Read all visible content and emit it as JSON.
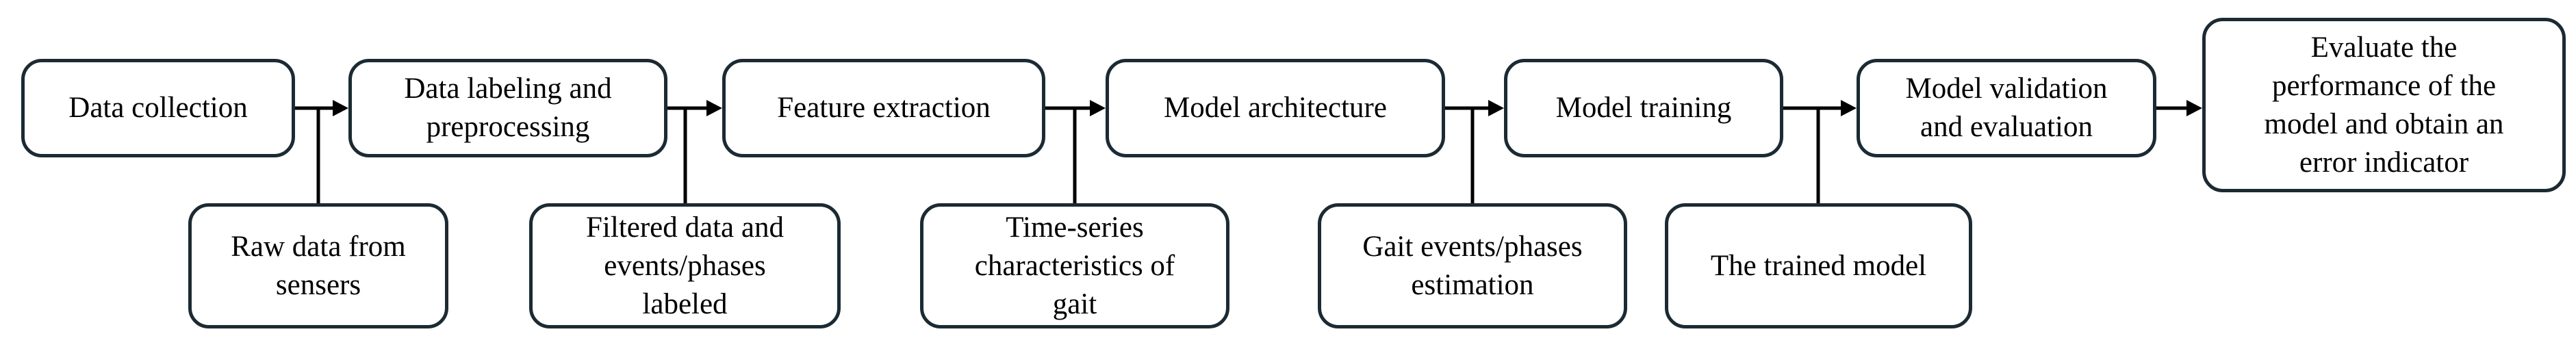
{
  "diagram": {
    "process_steps": [
      {
        "label": "Data collection"
      },
      {
        "label": "Data labeling and\npreprocessing"
      },
      {
        "label": "Feature extraction"
      },
      {
        "label": "Model architecture"
      },
      {
        "label": "Model training"
      },
      {
        "label": "Model validation\nand evaluation"
      },
      {
        "label": "Evaluate the\nperformance of the\nmodel and obtain an\nerror indicator"
      }
    ],
    "outputs": [
      {
        "label": "Raw data from\nsensers"
      },
      {
        "label": "Filtered data and\nevents/phases\nlabeled"
      },
      {
        "label": "Time-series\ncharacteristics of\ngait"
      },
      {
        "label": "Gait events/phases\nestimation"
      },
      {
        "label": "The trained model"
      }
    ],
    "colors": {
      "box_border": "#1b2a33",
      "connector": "#000000",
      "background": "#ffffff"
    }
  }
}
